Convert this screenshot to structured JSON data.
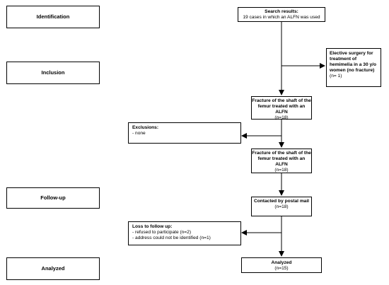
{
  "stages": {
    "identification": "Identification",
    "inclusion": "Inclusion",
    "follow_up": "Follow-up",
    "analyzed": "Analyzed"
  },
  "boxes": {
    "search": {
      "title": "Search results:",
      "body": "19 cases in which an ALFN was used"
    },
    "elective": {
      "title": "Elective surgery for treatment of hemimelia  in a 30 y/o women (no fracture)",
      "n": "(n= 1)"
    },
    "fracture1": {
      "title": "Fracture of the shaft of the femur treated with an ALFN",
      "n": "(n=18)"
    },
    "exclusions": {
      "title": "Exclusions:",
      "items": "- none"
    },
    "fracture2": {
      "title": "Fracture of the shaft of the femur treated with an ALFN",
      "n": "(n=18)"
    },
    "contacted": {
      "title": "Contacted by postal mail",
      "n": "(n=18)"
    },
    "loss": {
      "title": "Loss to follow up:",
      "items": "- refused to participate (n=2)\n- address could not be identified (n=1)"
    },
    "analyzed": {
      "title": "Analyzed",
      "n": "(n=15)"
    }
  }
}
